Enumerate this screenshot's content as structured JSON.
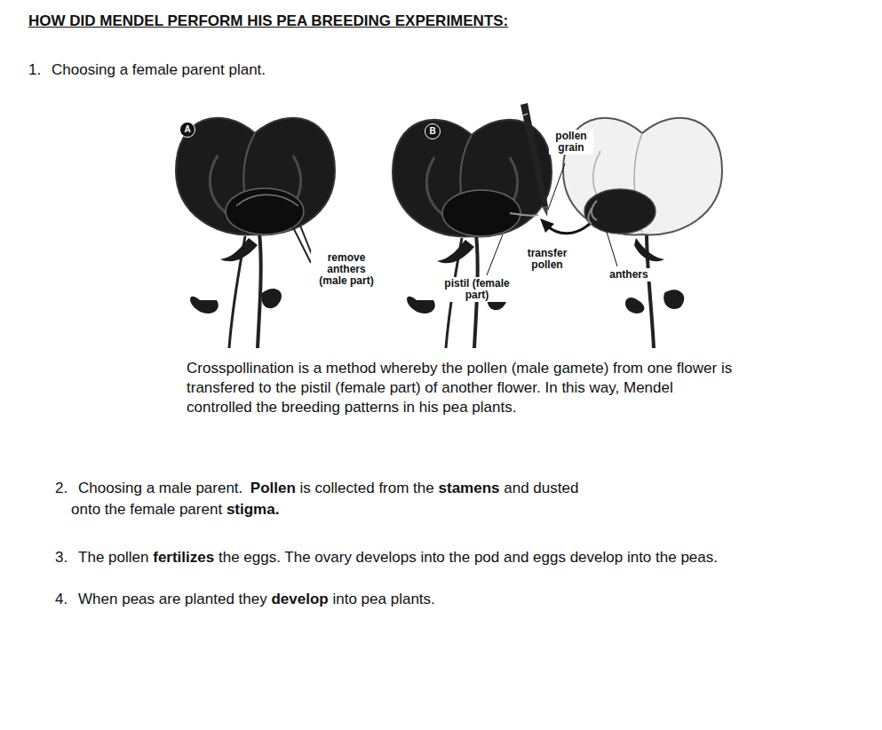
{
  "diagram": {
    "title": "HOW DID MENDEL PERFORM HIS PEA BREEDING EXPERIMENTS:",
    "caption": "Crosspollination is a method whereby the pollen (male gamete) from one flower is transfered to the pistil (female part) of another flower. In this way, Mendel controlled the breeding patterns in his pea plants.",
    "nodes": [
      {
        "text": [
          "A"
        ]
      },
      {
        "text": [
          "B"
        ]
      }
    ],
    "labels": [
      "1.",
      "Choosing a female parent plant.",
      "remove anthers (male part)",
      "pistil (female part)",
      "pollen grain",
      "transfer pollen",
      "anthers",
      "2.",
      "Choosing a male parent.",
      "Pollen",
      "is collected from the",
      "stamens",
      "and dusted",
      "onto the female parent",
      "stigma",
      ".",
      "3.",
      "The pollen",
      "fertilizes",
      "the eggs.  The ovary develops into the pod and eggs develop into the peas.",
      "4.",
      "When peas are planted they",
      "develop",
      "into pea plants."
    ]
  }
}
